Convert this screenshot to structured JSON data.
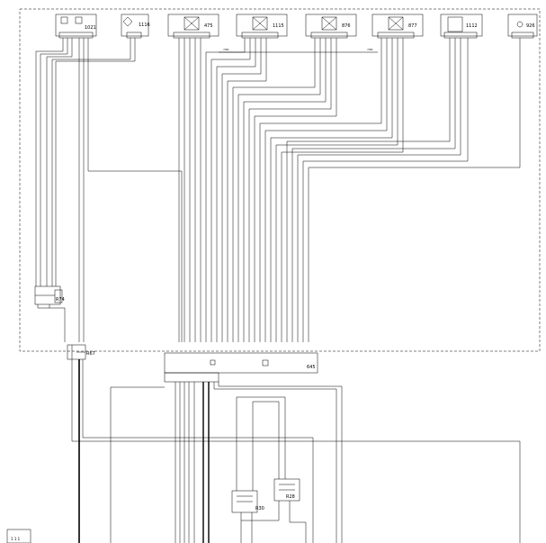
{
  "components": [
    {
      "id": "1021"
    },
    {
      "id": "1116"
    },
    {
      "id": "475"
    },
    {
      "id": "1115"
    },
    {
      "id": "876"
    },
    {
      "id": "877"
    },
    {
      "id": "1112"
    },
    {
      "id": "926"
    }
  ],
  "side_sensor_id": "R74",
  "bottom_connector_id": "R67",
  "ecu_id": "645",
  "small_relay_a_id": "R30",
  "small_relay_b_id": "R28",
  "corner_label": "1 1 1",
  "wire_label_left": "7/81",
  "wire_label_right": "7/81"
}
